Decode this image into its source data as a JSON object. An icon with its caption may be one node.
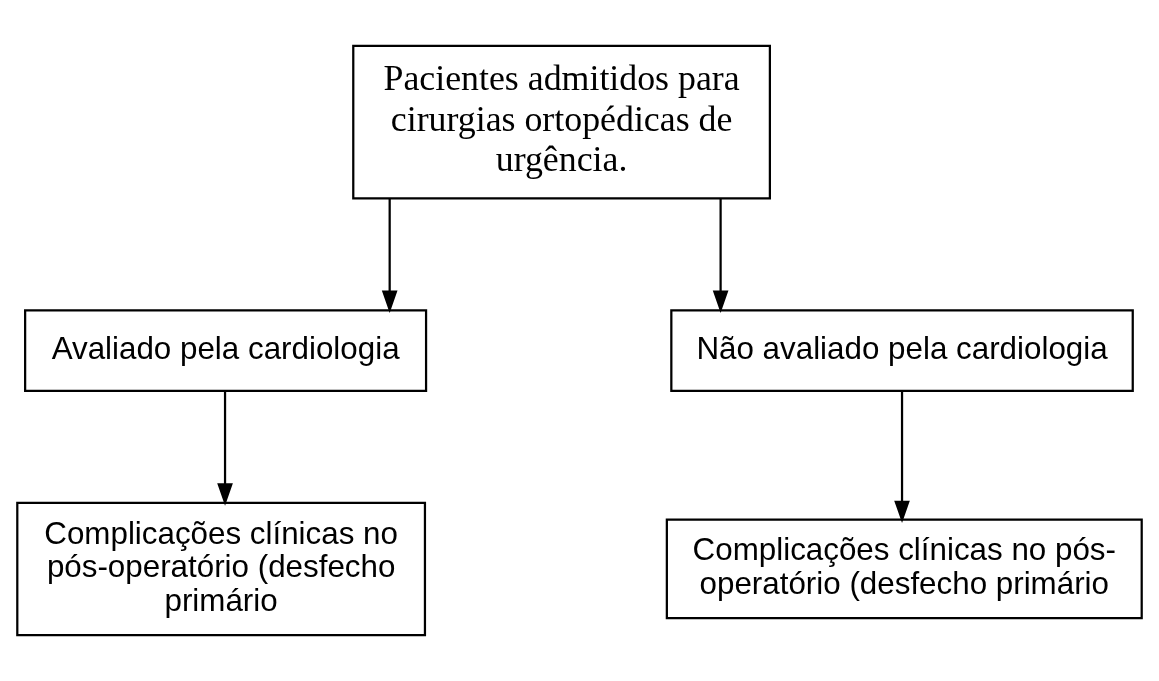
{
  "diagram": {
    "nodes": [
      {
        "text": [
          "Pacientes admitidos para cirurgias ortopédicas de urgência."
        ]
      },
      {
        "text": [
          "Avaliado pela cardiologia"
        ]
      },
      {
        "text": [
          "Não avaliado pela cardiologia"
        ]
      },
      {
        "text": [
          "Complicações clínicas no pós-operatório (desfecho primário"
        ]
      },
      {
        "text": [
          "Complicações clínicas no pós-operatório (desfecho primário"
        ]
      }
    ],
    "edges": [
      {
        "from": 0,
        "to": 1,
        "arrow": "to"
      },
      {
        "from": 0,
        "to": 2,
        "arrow": "to"
      },
      {
        "from": 1,
        "to": 3,
        "arrow": "to"
      },
      {
        "from": 2,
        "to": 4,
        "arrow": "to"
      }
    ]
  }
}
